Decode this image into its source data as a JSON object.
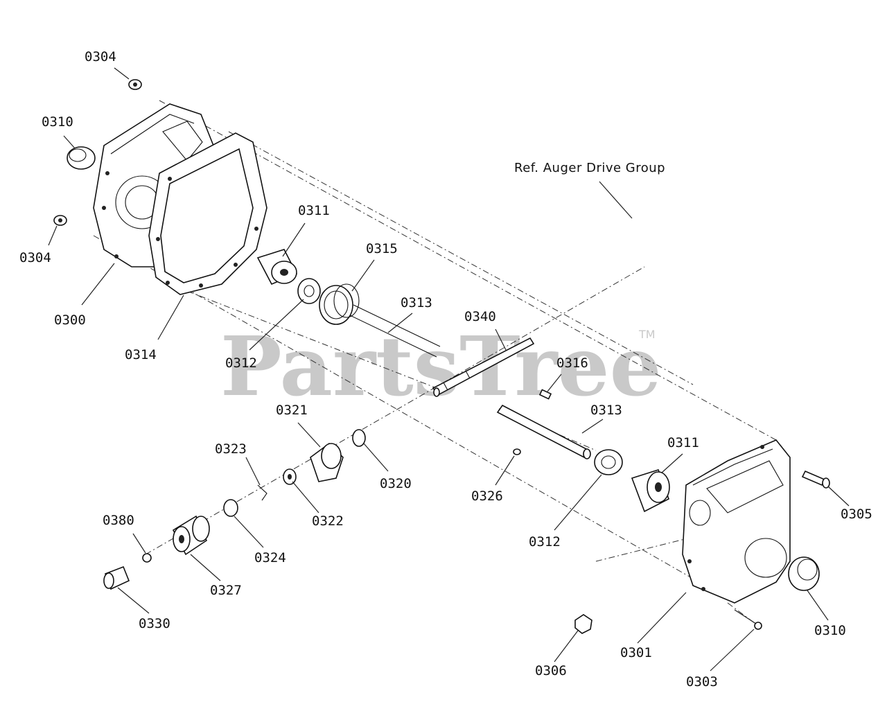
{
  "watermark": {
    "text": "PartsTree",
    "trademark": "TM"
  },
  "reference_note": "Ref. Auger Drive Group",
  "callouts": [
    {
      "id": "c0304a",
      "text": "0304"
    },
    {
      "id": "c0310a",
      "text": "0310"
    },
    {
      "id": "c0304b",
      "text": "0304"
    },
    {
      "id": "c0300",
      "text": "0300"
    },
    {
      "id": "c0314",
      "text": "0314"
    },
    {
      "id": "c0311a",
      "text": "0311"
    },
    {
      "id": "c0315",
      "text": "0315"
    },
    {
      "id": "c0313a",
      "text": "0313"
    },
    {
      "id": "c0312a",
      "text": "0312"
    },
    {
      "id": "c0340",
      "text": "0340"
    },
    {
      "id": "c0316",
      "text": "0316"
    },
    {
      "id": "c0313b",
      "text": "0313"
    },
    {
      "id": "c0321",
      "text": "0321"
    },
    {
      "id": "c0323",
      "text": "0323"
    },
    {
      "id": "c0320",
      "text": "0320"
    },
    {
      "id": "c0322",
      "text": "0322"
    },
    {
      "id": "c0311b",
      "text": "0311"
    },
    {
      "id": "c0326",
      "text": "0326"
    },
    {
      "id": "c0312b",
      "text": "0312"
    },
    {
      "id": "c0305",
      "text": "0305"
    },
    {
      "id": "c0380",
      "text": "0380"
    },
    {
      "id": "c0324",
      "text": "0324"
    },
    {
      "id": "c0327",
      "text": "0327"
    },
    {
      "id": "c0330",
      "text": "0330"
    },
    {
      "id": "c0310b",
      "text": "0310"
    },
    {
      "id": "c0306",
      "text": "0306"
    },
    {
      "id": "c0301",
      "text": "0301"
    },
    {
      "id": "c0303",
      "text": "0303"
    }
  ]
}
